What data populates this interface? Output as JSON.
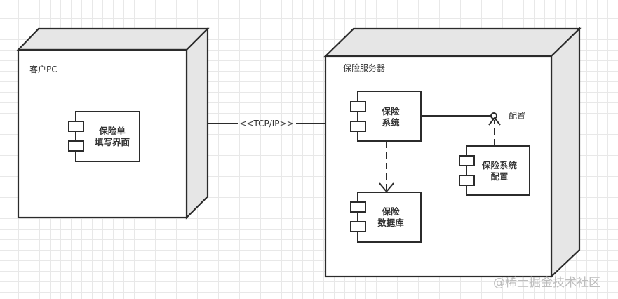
{
  "diagram": {
    "type": "UML deployment diagram",
    "colors": {
      "stroke": "#2b2b2b",
      "node_side_fill": "#e6e6e6",
      "node_front_fill": "#ffffff",
      "grid": "#e8e8e8",
      "text": "#333333",
      "watermark": "#bdbdbd"
    },
    "nodes": [
      {
        "id": "client-pc",
        "label": "客户PC",
        "components": [
          {
            "id": "policy-form-ui",
            "lines": [
              "保险单",
              "填写界面"
            ]
          }
        ]
      },
      {
        "id": "insurance-server",
        "label": "保险服务器",
        "components": [
          {
            "id": "insurance-system",
            "lines": [
              "保险",
              "系统"
            ]
          },
          {
            "id": "insurance-database",
            "lines": [
              "保险",
              "数据库"
            ]
          },
          {
            "id": "insurance-system-config",
            "lines": [
              "保险系统",
              "配置"
            ]
          }
        ],
        "interfaces": [
          {
            "id": "config-interface",
            "label": "配置"
          }
        ]
      }
    ],
    "connections": [
      {
        "from": "client-pc",
        "to": "insurance-server",
        "label": "<<TCP/IP>>",
        "style": "solid"
      },
      {
        "from": "insurance-system",
        "to": "config-interface",
        "style": "solid"
      },
      {
        "from": "insurance-system",
        "to": "insurance-database",
        "style": "dashed-arrow"
      },
      {
        "from": "insurance-system-config",
        "to": "config-interface",
        "style": "dashed-arrow"
      }
    ]
  },
  "watermark": "@稀土掘金技术社区"
}
